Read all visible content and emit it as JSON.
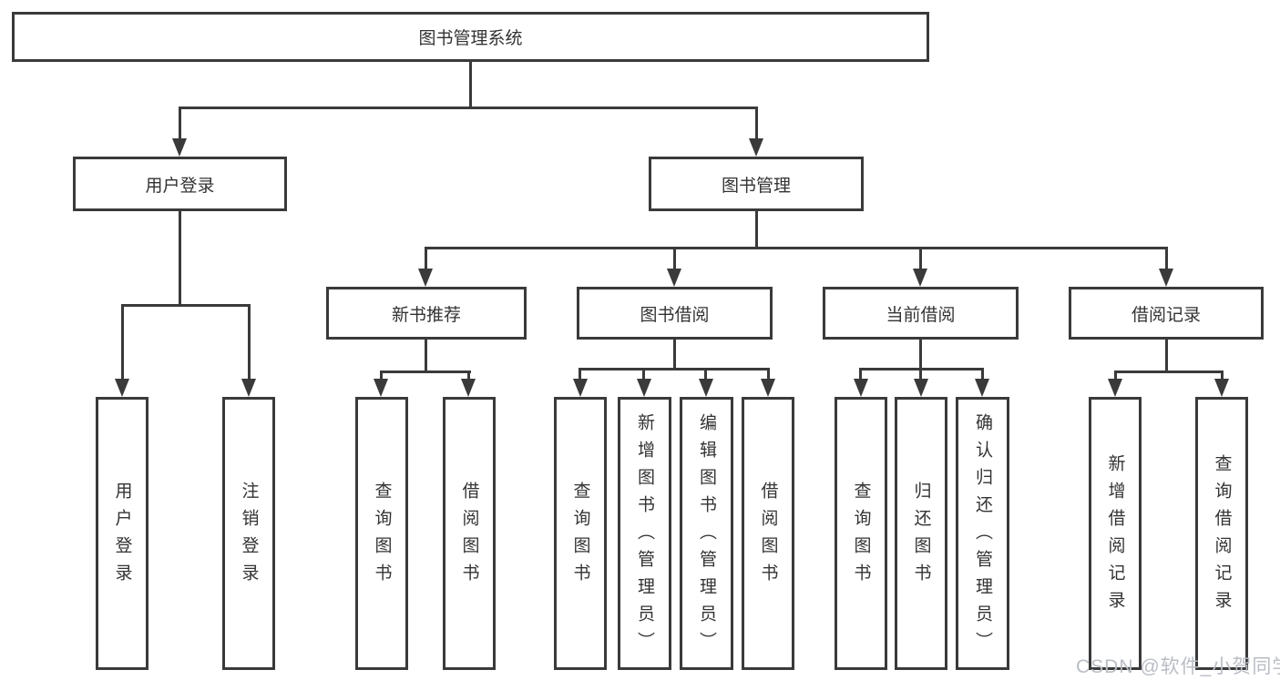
{
  "nodes": {
    "root": "图书管理系统",
    "level2": {
      "user_login": "用户登录",
      "book_mgmt": "图书管理"
    },
    "level3": {
      "new_books": "新书推荐",
      "book_borrow": "图书借阅",
      "current_borrow": "当前借阅",
      "borrow_records": "借阅记录"
    },
    "leaves": {
      "user_login": [
        "用户登录",
        "注销登录"
      ],
      "new_books": [
        "查询图书",
        "借阅图书"
      ],
      "book_borrow": [
        "查询图书",
        "新增图书（管理员）",
        "编辑图书（管理员）",
        "借阅图书"
      ],
      "current_borrow": [
        "查询图书",
        "归还图书",
        "确认归还（管理员）"
      ],
      "borrow_records": [
        "新增借阅记录",
        "查询借阅记录"
      ]
    }
  },
  "watermark": "CSDN @软件_小贺同学",
  "colors": {
    "line": "#3a3a3a",
    "text": "#333333",
    "watermark": "#b9bdc4",
    "background": "#ffffff"
  }
}
